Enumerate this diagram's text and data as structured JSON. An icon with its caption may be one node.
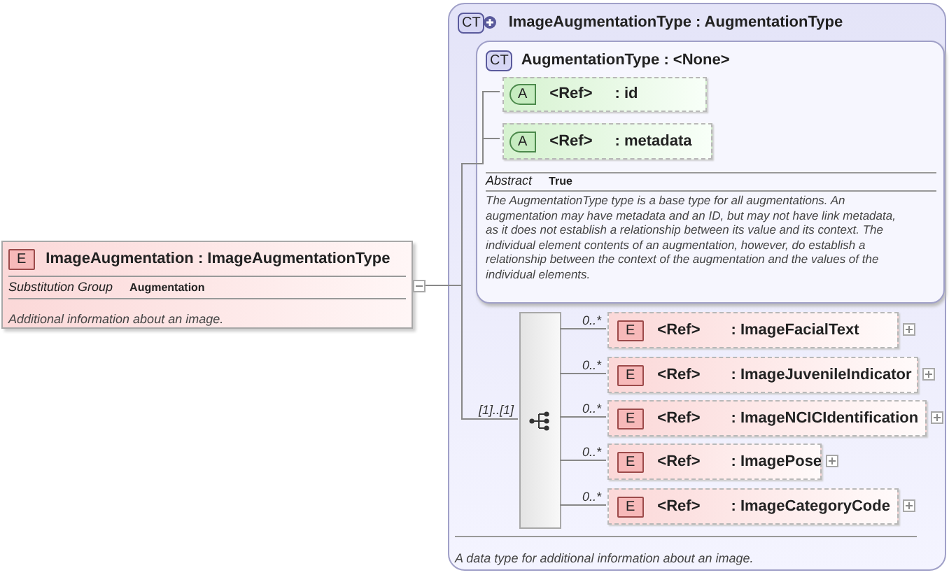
{
  "diagram": {
    "nodes": [
      {
        "text": [
          "E",
          "ImageAugmentation : ImageAugmentationType",
          "Substitution Group",
          "Augmentation",
          "Additional information about an image."
        ]
      },
      {
        "text": [
          "CT",
          "ImageAugmentationType : AugmentationType",
          "A data type for additional information about an image."
        ]
      },
      {
        "text": [
          "CT",
          "AugmentationType : <None>",
          "Abstract",
          "True",
          "The AugmentationType type is a base type for all augmentations. An augmentation may have metadata and an ID, but may not have link metadata, as it does not establish a relationship between its value and its context. The individual element contents of an augmentation, however, do establish a relationship between the context of the augmentation and the values of the individual elements."
        ],
        "in": 1
      },
      {
        "text": [
          "A",
          "<Ref>",
          ": id"
        ],
        "in": 2
      },
      {
        "text": [
          "A",
          "<Ref>",
          ": metadata"
        ],
        "in": 2
      },
      {
        "text": [],
        "shape": "bar",
        "in": 1,
        "beside": [
          "[1]..[1]"
        ]
      },
      {
        "text": [
          "E",
          "<Ref>",
          ": ImageFacialText"
        ],
        "in": 1,
        "beside": [
          "0..*"
        ]
      },
      {
        "text": [
          "E",
          "<Ref>",
          ": ImageJuvenileIndicator"
        ],
        "in": 1,
        "beside": [
          "0..*"
        ]
      },
      {
        "text": [
          "E",
          "<Ref>",
          ": ImageNCICIdentification"
        ],
        "in": 1,
        "beside": [
          "0..*"
        ]
      },
      {
        "text": [
          "E",
          "<Ref>",
          ": ImagePose"
        ],
        "in": 1,
        "beside": [
          "0..*"
        ]
      },
      {
        "text": [
          "E",
          "<Ref>",
          ": ImageCategoryCode"
        ],
        "in": 1,
        "beside": [
          "0..*"
        ]
      }
    ],
    "edges": [
      {
        "from": 0,
        "to": 3,
        "arrow": "none"
      },
      {
        "from": 0,
        "to": 4,
        "arrow": "none"
      },
      {
        "from": 0,
        "to": 5,
        "arrow": "none"
      },
      {
        "from": 5,
        "to": 6,
        "arrow": "none"
      },
      {
        "from": 5,
        "to": 7,
        "arrow": "none"
      },
      {
        "from": 5,
        "to": 8,
        "arrow": "none"
      },
      {
        "from": 5,
        "to": 9,
        "arrow": "none"
      },
      {
        "from": 5,
        "to": 10,
        "arrow": "none"
      }
    ]
  }
}
